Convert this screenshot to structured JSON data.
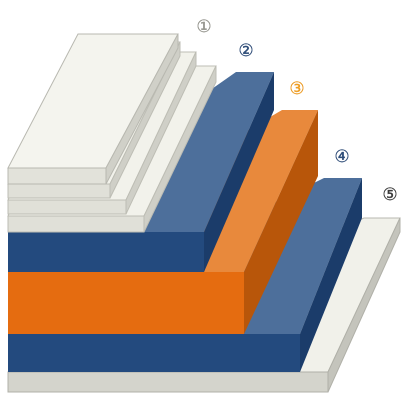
{
  "layers": [
    {
      "label": "①",
      "color": "#9a9a92",
      "stroke": "#8f8f88"
    },
    {
      "label": "②",
      "color": "#2f4f7a",
      "stroke": "#2a4673"
    },
    {
      "label": "③",
      "color": "#f0a020",
      "stroke": "#e8911a"
    },
    {
      "label": "④",
      "color": "#2f4f7a",
      "stroke": "#2a4673"
    },
    {
      "label": "⑤",
      "color": "#3a3a3a",
      "stroke": "#3a3a3a"
    }
  ]
}
